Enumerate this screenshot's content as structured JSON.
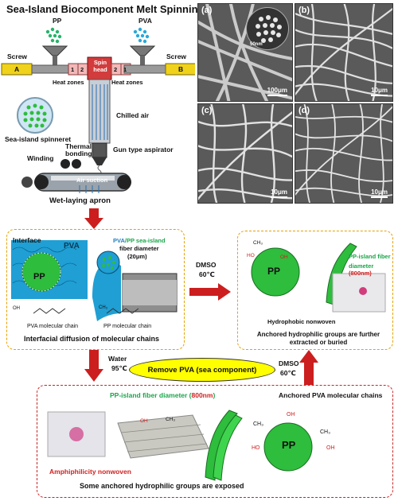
{
  "title": "Sea-Island Biocomponent Melt Spinning",
  "spinning": {
    "pp": "PP",
    "pva": "PVA",
    "screw_label": "Screw",
    "screw_a": "A",
    "screw_b": "B",
    "spin_head": "Spin head",
    "zone_1": "1",
    "zone_2": "2",
    "heat_zones": "Heat zones",
    "chilled_air": "Chilled air",
    "spinneret": "Sea-island spinneret",
    "winding": "Winding",
    "thermal_bonding": "Thermal bonding",
    "aspirator": "Gun type aspirator",
    "air_suction": "Air suction",
    "apron": "Wet-laying apron"
  },
  "sem": [
    {
      "label": "(a)",
      "scale": "100μm",
      "inset_scale": "50nm"
    },
    {
      "label": "(b)",
      "scale": "10μm"
    },
    {
      "label": "(c)",
      "scale": "10μm"
    },
    {
      "label": "(d)",
      "scale": "10μm"
    }
  ],
  "panel1": {
    "interface": "Interface",
    "pva": "PVA",
    "pp": "PP",
    "fiber_title_1": "PVA",
    "fiber_title_2": "/PP sea-island",
    "fiber_title_3": "fiber diameter",
    "fiber_title_4": "(20μm)",
    "pva_chain": "PVA molecular chain",
    "pp_chain": "PP molecular chain",
    "caption": "Interfacial diffusion of molecular chains",
    "oh": "OH",
    "ch3": "CH₃"
  },
  "arrow_dmso_1": {
    "solvent": "DMSO",
    "temp": "60℃"
  },
  "panel2": {
    "pp": "PP",
    "fiber_1": "PP-island fiber",
    "fiber_2": "diameter",
    "fiber_3": "(800nm)",
    "nonwoven": "Hydrophobic nonwoven",
    "caption_1": "Anchored hydrophilic groups are further",
    "caption_2": "extracted or buried",
    "ho": "HO",
    "oh": "OH",
    "ch3": "CH₃"
  },
  "center": {
    "water": "Water",
    "water_temp": "95℃",
    "remove": "Remove PVA (sea component)",
    "dmso": "DMSO",
    "dmso_temp": "60℃"
  },
  "panel3": {
    "fiber_1": "PP-island fiber diameter (",
    "fiber_2": "800nm",
    "fiber_3": ")",
    "chains": "Anchored PVA molecular chains",
    "amph": "Amphiphilicity nonwoven",
    "caption": "Some anchored hydrophilic groups are exposed",
    "pp": "PP",
    "oh": "OH",
    "ho": "HO",
    "ch3": "CH₃"
  },
  "colors": {
    "pp_green": "#2ebd3d",
    "pva_blue": "#2aa8d9",
    "arrow_red": "#cc1e1e",
    "panel_orange": "#e6a100",
    "yellow": "#ffff00"
  }
}
